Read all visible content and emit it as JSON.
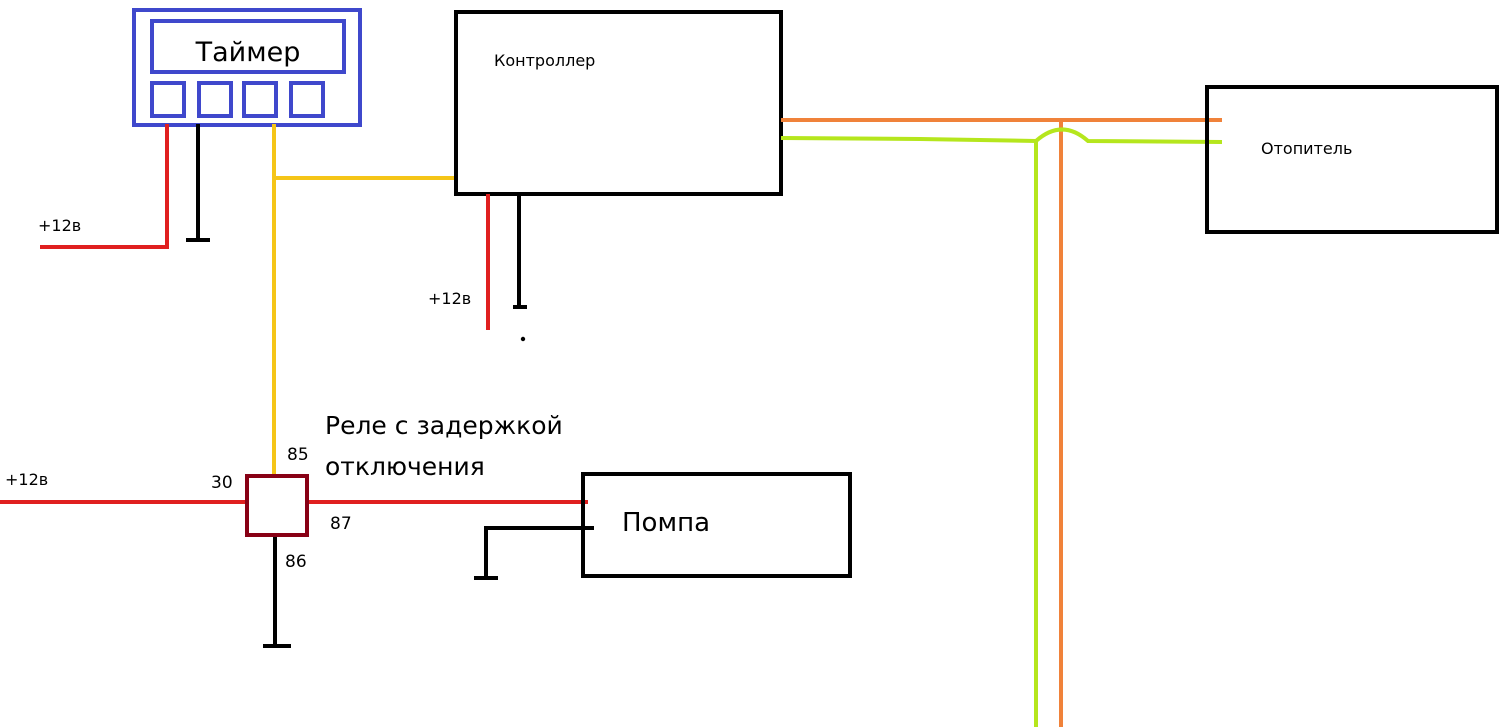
{
  "timer": {
    "title": "Таймер"
  },
  "controller": {
    "title": "Контроллер"
  },
  "heater": {
    "title": "Отопитель"
  },
  "pump": {
    "title": "Помпа"
  },
  "relay": {
    "title_line1": "Реле с задержкой",
    "title_line2": "отключения",
    "pins": {
      "p85": "85",
      "p30": "30",
      "p87": "87",
      "p86": "86"
    }
  },
  "power_labels": {
    "timer": "+12в",
    "controller": "+12в",
    "relay": "+12в"
  },
  "colors": {
    "timer_frame": "#3f48cc",
    "power_wire": "#e02020",
    "ground_wire": "#000000",
    "signal_wire": "#f5c518",
    "heater_wire_a": "#f0823a",
    "heater_wire_b": "#b5e61d",
    "relay_frame": "#880015",
    "box_frame": "#000000"
  }
}
